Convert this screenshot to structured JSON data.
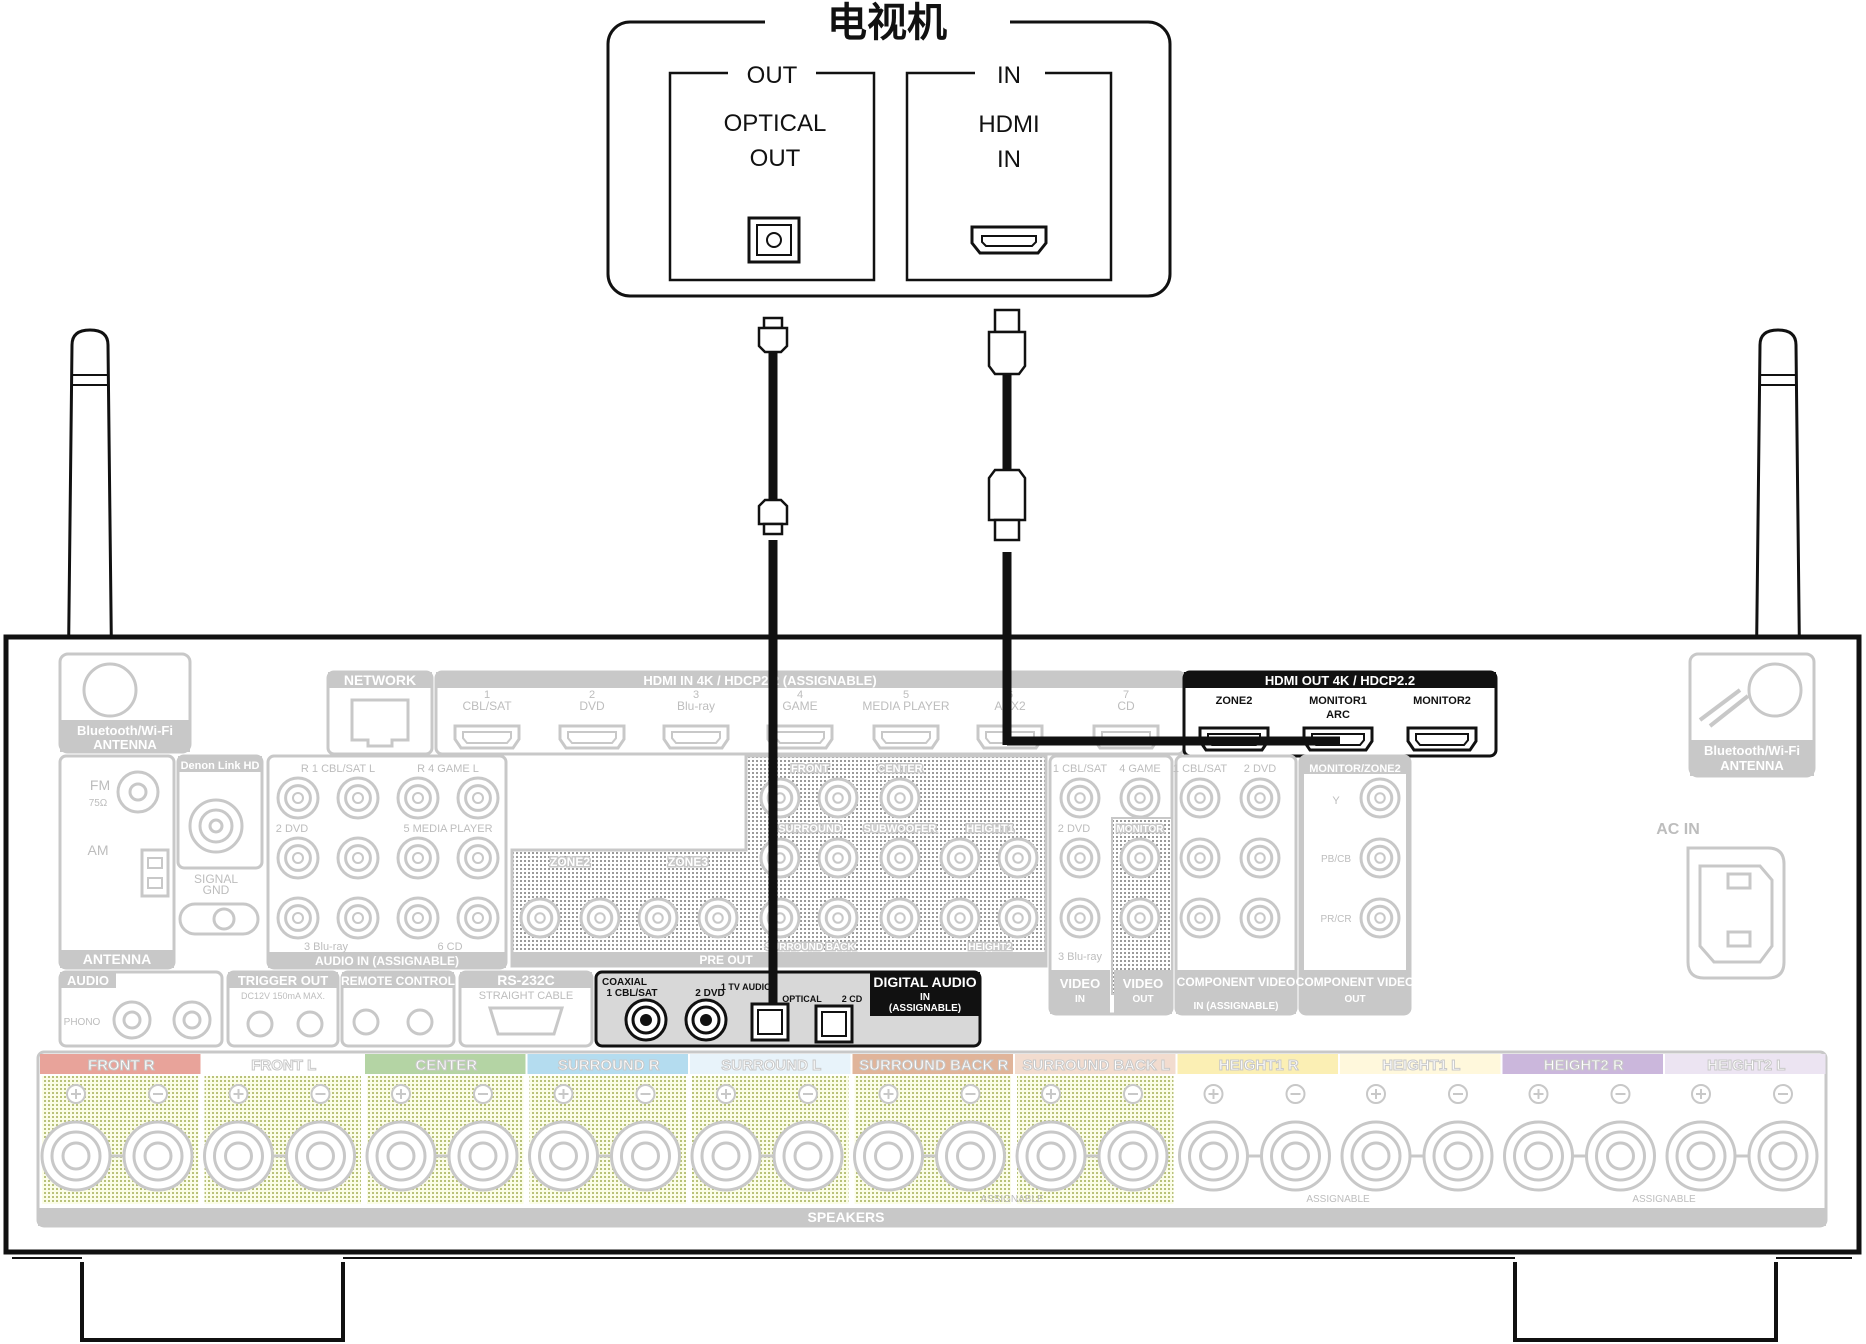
{
  "tv": {
    "title": "电视机",
    "out_group": "OUT",
    "in_group": "IN",
    "optical_line1": "OPTICAL",
    "optical_line2": "OUT",
    "hdmi_line1": "HDMI",
    "hdmi_line2": "IN"
  },
  "receiver": {
    "bt_antenna_label": "Bluetooth/Wi-Fi ANTENNA",
    "network_label": "NETWORK",
    "hdmi_in_header": "HDMI IN 4K / HDCP2.2 (ASSIGNABLE)",
    "hdmi_inputs": [
      "1 CBL/SAT",
      "2 DVD",
      "3 Blu-ray",
      "4 GAME",
      "5 MEDIA PLAYER",
      "6 AUX2",
      "7 CD"
    ],
    "hdmi_out_header": "HDMI OUT 4K / HDCP2.2",
    "hdmi_outputs": [
      "ZONE2",
      "MONITOR1 ARC",
      "MONITOR2"
    ],
    "denon_link": "Denon Link HD",
    "fm_label": "FM",
    "fm_ohm": "75Ω",
    "am_label": "AM",
    "signal_gnd": "SIGNAL GND",
    "antenna_label": "ANTENNA",
    "audio_in_label": "AUDIO IN (ASSIGNABLE)",
    "audio_inputs": [
      "R 1 CBL/SAT L",
      "R 4 GAME L",
      "2 DVD",
      "5 MEDIA PLAYER",
      "3 Blu-ray",
      "6 CD"
    ],
    "zone_labels": [
      "ZONE2",
      "ZONE3"
    ],
    "pre_out_label": "PRE OUT",
    "pre_out_channels": [
      "FRONT",
      "CENTER",
      "SURROUND",
      "SUBWOOFER",
      "HEIGHT1",
      "SURROUND BACK",
      "HEIGHT2"
    ],
    "video_in_labels": [
      "1 CBL/SAT",
      "4 GAME",
      "2 DVD",
      "3 Blu-ray"
    ],
    "monitor_label": "MONITOR",
    "video_labels": [
      "VIDEO IN",
      "VIDEO OUT"
    ],
    "component_in": "COMPONENT VIDEO IN (ASSIGNABLE)",
    "component_out": "COMPONENT VIDEO OUT",
    "component_channels": [
      "MONITOR/ZONE2",
      "Y",
      "PB/CB",
      "PR/CR"
    ],
    "phono_label": "AUDIO IN PHONO",
    "trigger_label": "TRIGGER OUT",
    "trigger_spec": "DC12V 150mA MAX.",
    "remote_label": "REMOTE CONTROL",
    "rs232_label": "RS-232C",
    "rs232_sub": "STRAIGHT CABLE",
    "digital_audio": {
      "title": "DIGITAL AUDIO",
      "in": "IN",
      "assignable": "(ASSIGNABLE)",
      "coaxial": "COAXIAL",
      "coax1": "1 CBL/SAT",
      "coax2": "2 DVD",
      "tv_audio": "1 TV AUDIO",
      "optical": "OPTICAL",
      "cd": "2 CD"
    },
    "ac_in": "AC IN",
    "speakers_label": "SPEAKERS",
    "speaker_channels": [
      {
        "label": "FRONT R",
        "color": "#e8a39a"
      },
      {
        "label": "FRONT L",
        "color": "#ffffff"
      },
      {
        "label": "CENTER",
        "color": "#b4d4a4"
      },
      {
        "label": "SURROUND R",
        "color": "#b4dcef"
      },
      {
        "label": "SURROUND L",
        "color": "#e8f3fa"
      },
      {
        "label": "SURROUND BACK R",
        "color": "#e0b49a"
      },
      {
        "label": "SURROUND BACK L",
        "color": "#f2dccf"
      },
      {
        "label": "HEIGHT1 R",
        "color": "#fbefb4"
      },
      {
        "label": "HEIGHT1 L",
        "color": "#fff8dc"
      },
      {
        "label": "HEIGHT2 R",
        "color": "#cbb7dc"
      },
      {
        "label": "HEIGHT2 L",
        "color": "#ece4f2"
      }
    ],
    "assignable": "ASSIGNABLE"
  }
}
